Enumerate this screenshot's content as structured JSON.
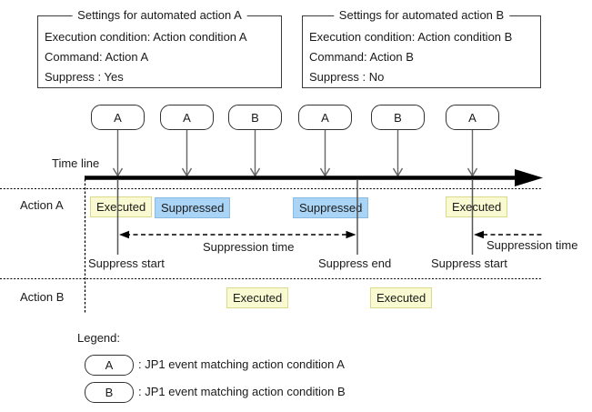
{
  "settings_boxes": [
    {
      "title": "Settings for automated action A",
      "lines": [
        "Execution condition: Action condition A",
        "Command: Action A",
        "Suppress : Yes"
      ]
    },
    {
      "title": "Settings for automated action B",
      "lines": [
        "Execution condition: Action condition B",
        "Command: Action B",
        "Suppress : No"
      ]
    }
  ],
  "timeline": {
    "label": "Time line"
  },
  "events": {
    "labels": [
      "A",
      "A",
      "B",
      "A",
      "B",
      "A"
    ]
  },
  "rows": [
    {
      "label": "Action A",
      "badges": [
        "Executed",
        "Suppressed",
        "Suppressed",
        "Executed"
      ]
    },
    {
      "label": "Action B",
      "badges": [
        "Executed",
        "Executed"
      ]
    }
  ],
  "suppression": {
    "time_label_1": "Suppression time",
    "time_label_2": "Suppression time",
    "start_label_1": "Suppress start",
    "end_label": "Suppress end",
    "start_label_2": "Suppress start"
  },
  "legend": {
    "title": "Legend:",
    "items": [
      {
        "symbol": "A",
        "text": ": JP1 event matching action condition A"
      },
      {
        "symbol": "B",
        "text": ": JP1 event matching action condition B"
      }
    ]
  },
  "colors": {
    "executed_bg": "#fafad2",
    "executed_border": "#dcd98c",
    "suppressed_bg": "#a9d4f5",
    "suppressed_border": "#8abbe3"
  }
}
